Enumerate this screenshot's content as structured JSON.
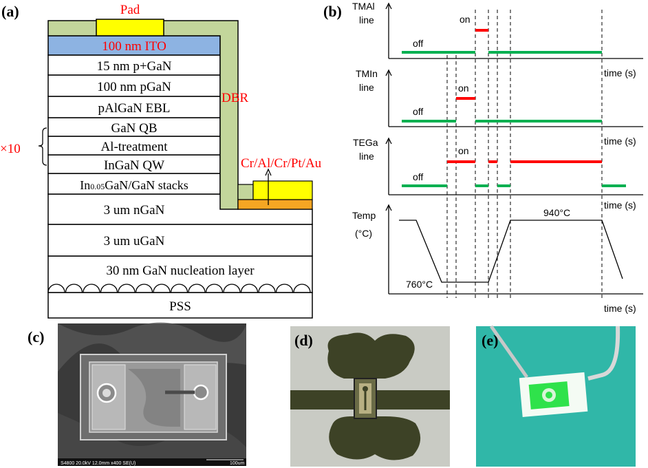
{
  "panel_labels": {
    "a": "(a)",
    "b": "(b)",
    "c": "(c)",
    "d": "(d)",
    "e": "(e)"
  },
  "structure": {
    "pad_label": "Pad",
    "layers": [
      "100 nm ITO",
      "15 nm p+GaN",
      "100 nm pGaN",
      "pAlGaN EBL",
      "GaN QB",
      "Al-treatment",
      "InGaN QW",
      "In0.05GaN/GaN stacks",
      "3 um nGaN",
      "3 um uGaN",
      "30 nm GaN nucleation layer",
      "PSS"
    ],
    "stacks_layer": {
      "prefix": "In",
      "subscript": "0.05",
      "suffix": "GaN/GaN stacks"
    },
    "dbr_label": "DBR",
    "contact_label": "Cr/Al/Cr/Pt/Au",
    "repeat_label": "×10",
    "colors": {
      "pad": "#ffff00",
      "ito": "#8db3e2",
      "dbr": "#c3d69b",
      "contact": "#ffff00",
      "contact_base": "#f5a623",
      "red_text": "#ff0000"
    }
  },
  "timing": {
    "rows": [
      {
        "name": "TMAl line",
        "line1": "TMAl",
        "line2": "line",
        "on_label": "on",
        "off_label": "off",
        "axis_label": "time (s)"
      },
      {
        "name": "TMIn line",
        "line1": "TMIn",
        "line2": "line",
        "on_label": "on",
        "off_label": "off",
        "axis_label": "time (s)"
      },
      {
        "name": "TEGa line",
        "line1": "TEGa",
        "line2": "line",
        "on_label": "on",
        "off_label": "off",
        "axis_label": "time (s)"
      }
    ],
    "temp": {
      "line1": "Temp",
      "line2": "(°C)",
      "low_label": "760°C",
      "high_label": "940°C",
      "axis_label": "time (s)"
    },
    "colors": {
      "on": "#ff0000",
      "off": "#00b050"
    }
  },
  "photos": {
    "sem_caption": "S4800 20.0kV 12.0mm x400 SE(U)",
    "sem_scale": "100um"
  }
}
